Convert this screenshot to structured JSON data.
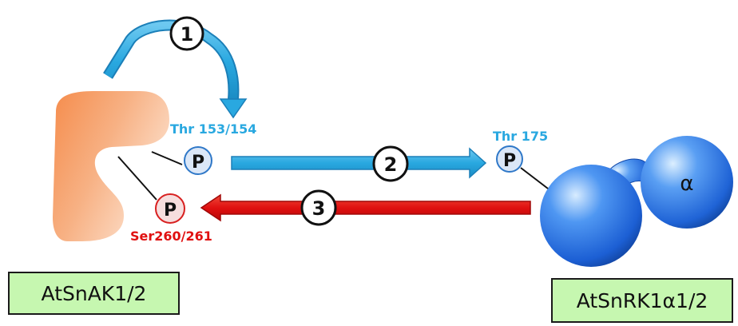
{
  "steps": {
    "one": "1",
    "two": "2",
    "three": "3"
  },
  "sites": {
    "snak_thr": "Thr 153/154",
    "snak_ser": "Ser260/261",
    "snrk_thr": "Thr 175"
  },
  "phospho_label": "P",
  "alpha_label": "α",
  "proteins": {
    "snak": "AtSnAK1/2",
    "snrk": "AtSnRK1α1/2"
  },
  "colors": {
    "blue_arrow": "#29a8e0",
    "red_arrow": "#e01010",
    "thr_text": "#29a8e0",
    "ser_text": "#e01010",
    "box_fill": "#c6f7b0",
    "kinase_fill": "#f6a36a",
    "sphere_fill": "#3b82e8"
  }
}
